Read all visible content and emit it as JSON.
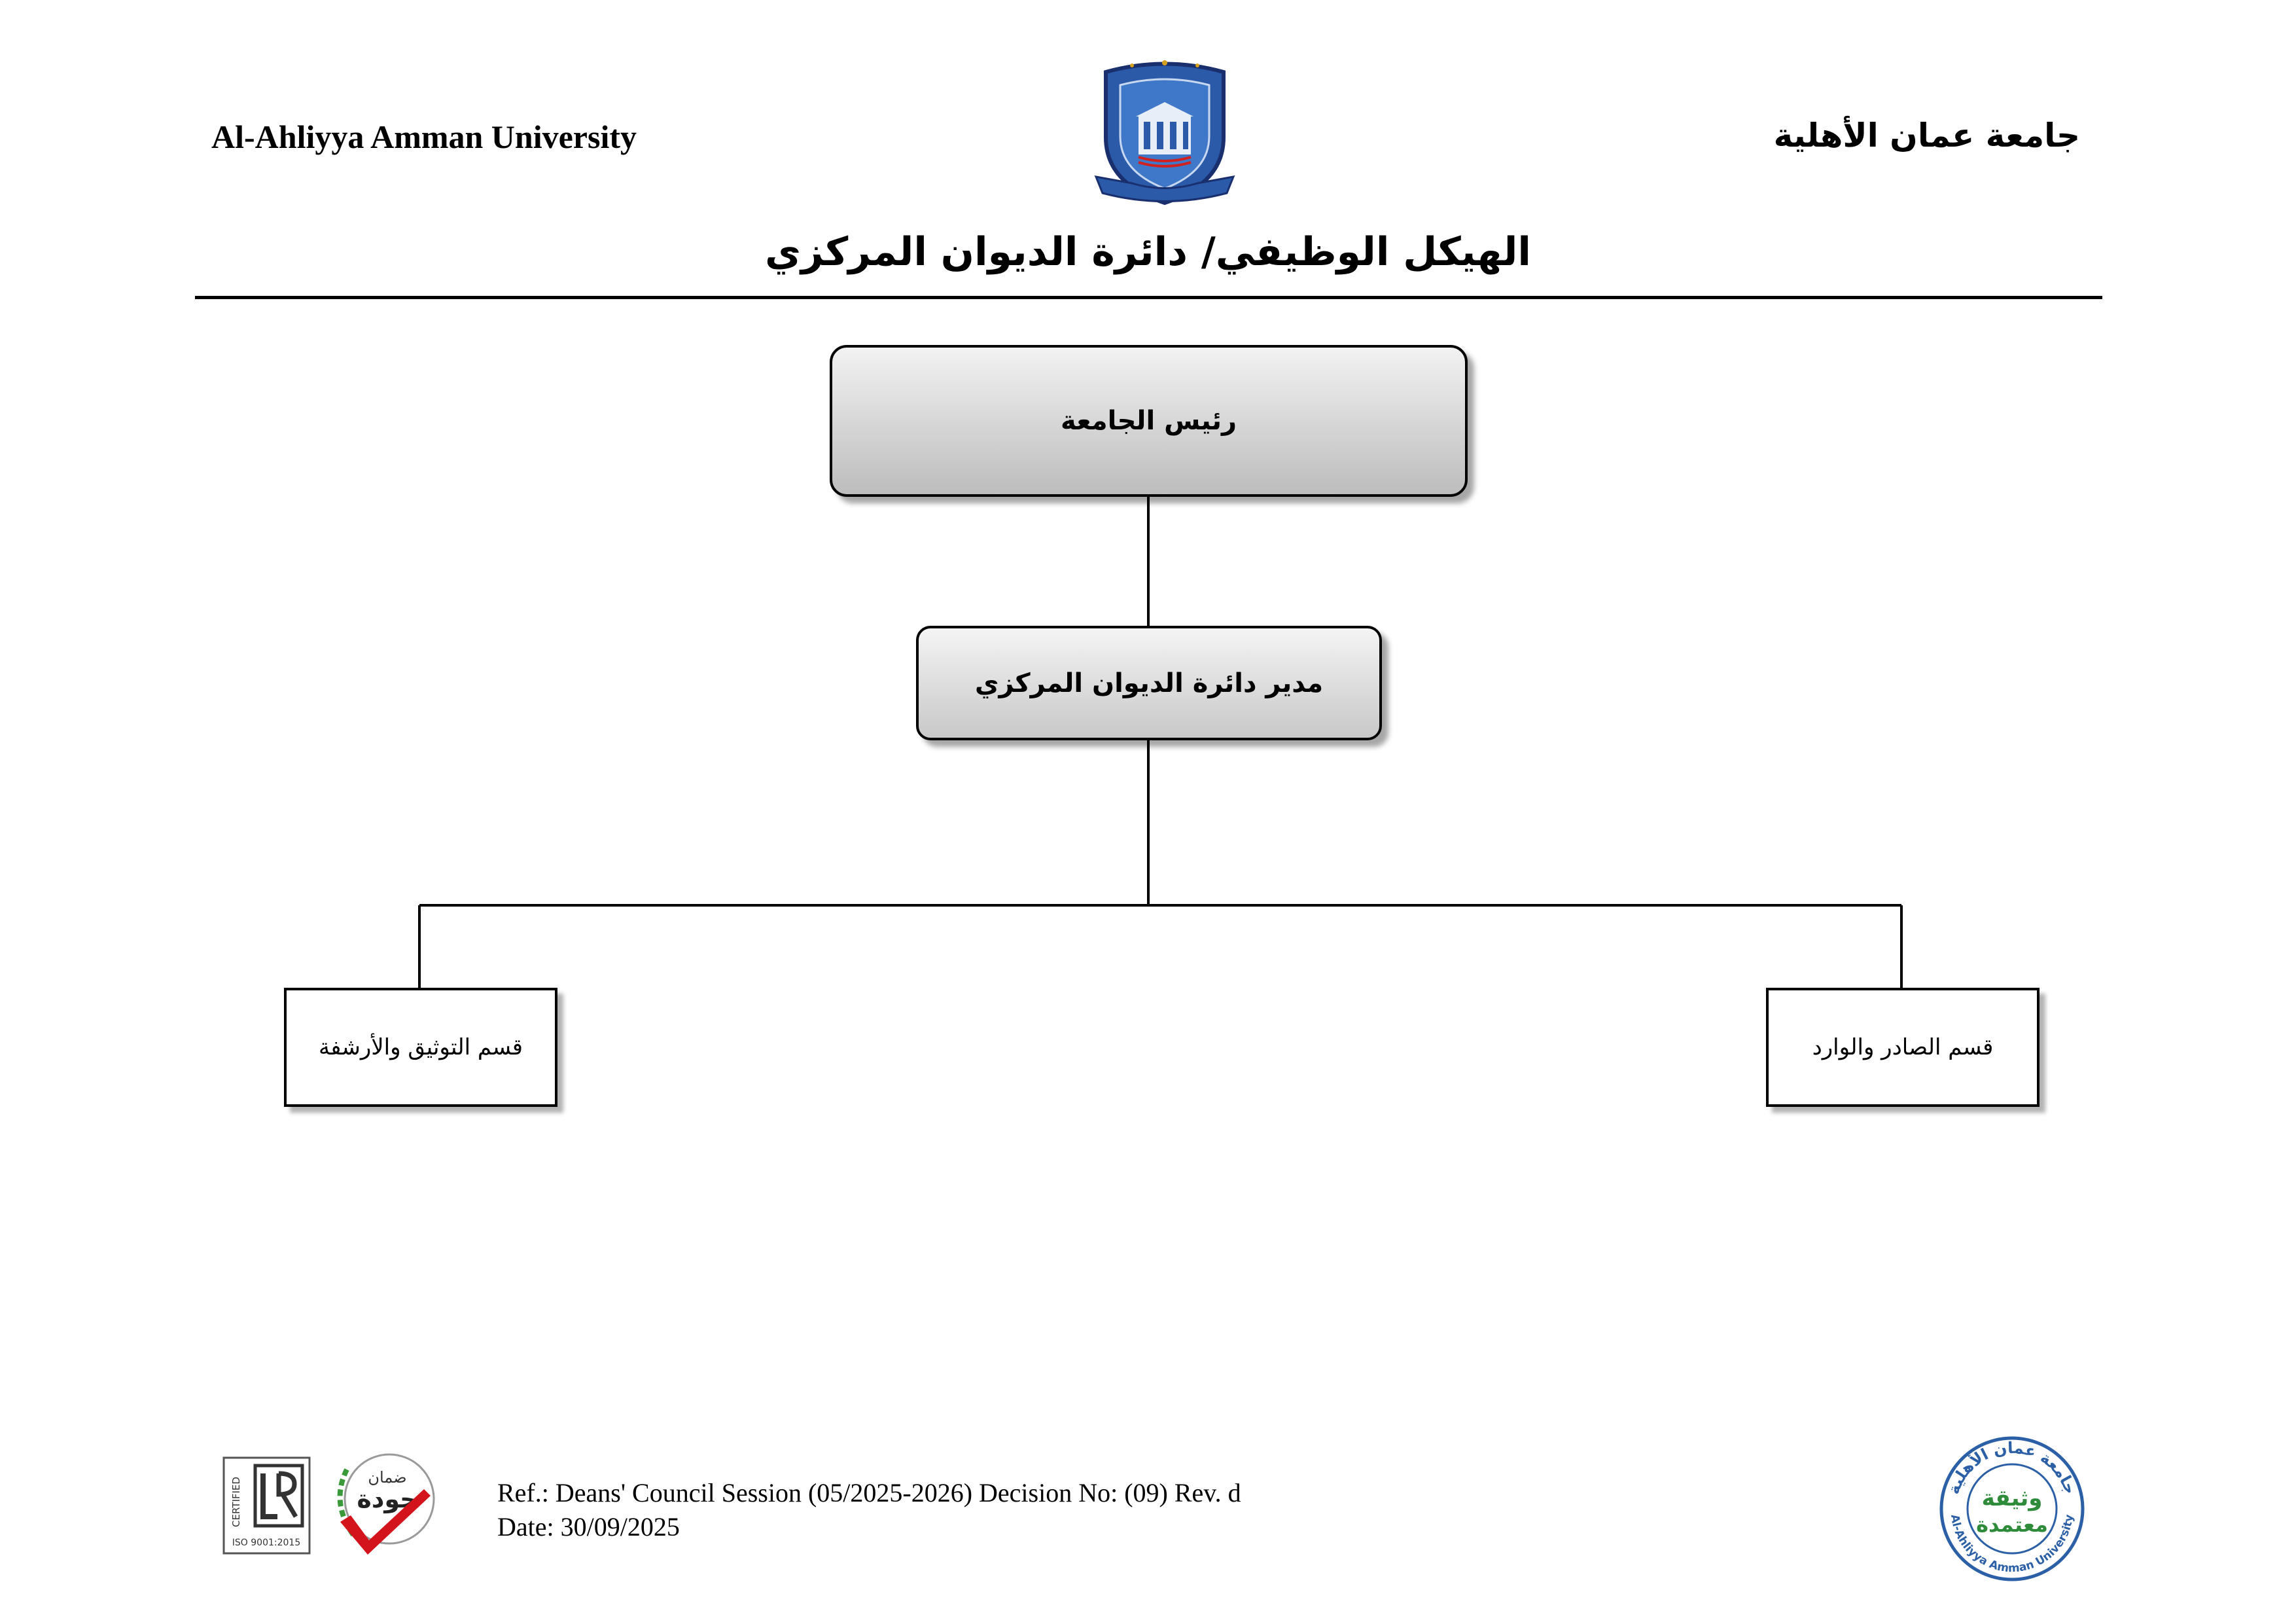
{
  "header": {
    "university_en": "Al-Ahliyya Amman University",
    "university_ar": "جامعة عمان الأهلية",
    "title": "الهيكل الوظيفي/ دائرة الديوان المركزي"
  },
  "org_chart": {
    "president": "رئيس الجامعة",
    "director": "مدير دائرة الديوان المركزي",
    "departments": [
      "قسم الصادر والوارد",
      "قسم التوثيق والأرشفة"
    ]
  },
  "footer": {
    "ref": "Ref.: Deans' Council Session (05/2025-2026) Decision No: (09) Rev. d",
    "date": "Date: 30/09/2025",
    "lr_badge": {
      "top": "CERTIFIED",
      "bottom": "ISO 9001:2015"
    },
    "quality_badge": {
      "line1": "ضمان",
      "line2": "جودة"
    },
    "stamp": {
      "top_text": "جامعة عمان الأهلية",
      "bottom_text": "Al-Ahliyya Amman University",
      "center_line1": "وثيقة",
      "center_line2": "معتمدة"
    }
  },
  "colors": {
    "logo_blue": "#2a5aa8",
    "logo_dark": "#1a2f6e",
    "stamp_blue": "#2b5fa6",
    "stamp_green": "#2e8b3a",
    "badge_red": "#d4141c"
  },
  "icons": [
    "university-crest-icon",
    "lr-certified-icon",
    "quality-assurance-icon",
    "approved-document-stamp-icon"
  ]
}
